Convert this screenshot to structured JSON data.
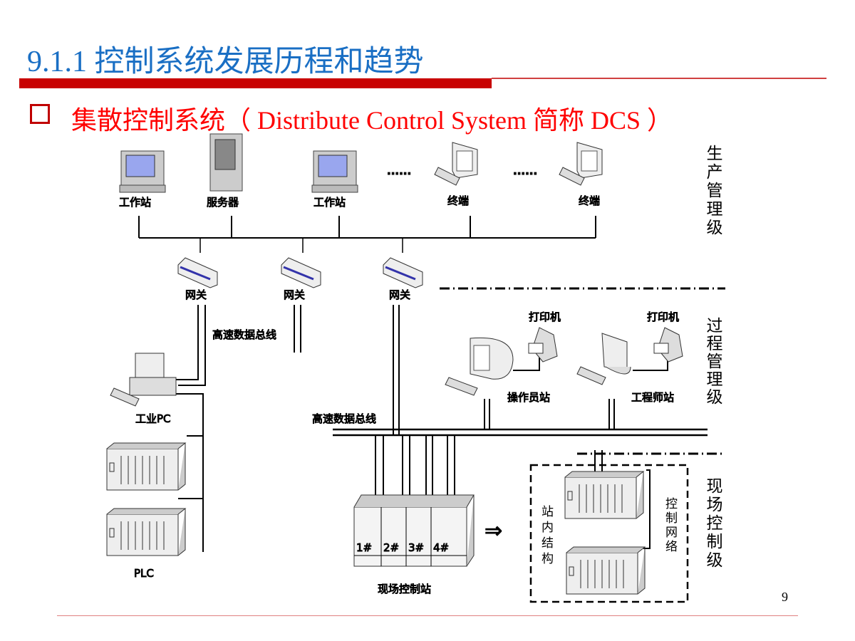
{
  "title": "9.1.1  控制系统发展历程和趋势",
  "subtitle": "集散控制系统（  Distribute Control System 简称 DCS ）",
  "colors": {
    "title": "#1a6fc4",
    "accent": "#c80000",
    "subtitle": "#ff0000"
  },
  "bullet_icon": "hollow-square",
  "levels": {
    "production": "生产管理级",
    "process": "过程管理级",
    "field": "现场控制级"
  },
  "top_devices": [
    "工作站",
    "服务器",
    "工作站",
    "终端",
    "终端"
  ],
  "ellipsis": "......",
  "gateway": "网关",
  "bus": "高速数据总线",
  "industrial_pc": "工业PC",
  "plc": "PLC",
  "printer": "打印机",
  "operator_station": "操作员站",
  "engineer_station": "工程师站",
  "field_station": "现场控制站",
  "slots": [
    "1#",
    "2#",
    "3#",
    "4#"
  ],
  "arrow": "⇒",
  "station_structure": "站内结构",
  "control_network": "控制网络",
  "page_number": "9"
}
